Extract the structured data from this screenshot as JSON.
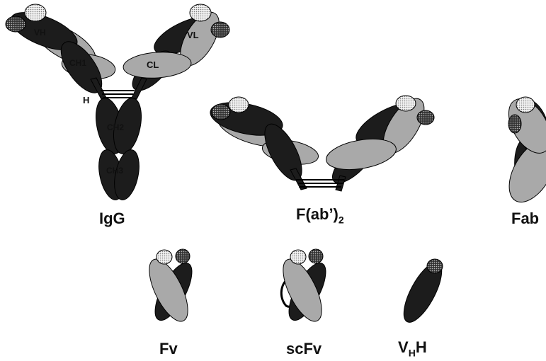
{
  "labels": {
    "vh": "VH",
    "ch1": "CH1",
    "vl": "VL",
    "cl": "CL",
    "hinge": "H",
    "ch2": "CH2",
    "ch3": "CH3"
  },
  "captions": {
    "igg": "IgG",
    "fab2_main": "F(ab’)",
    "fab2_sub": "2",
    "fab": "Fab",
    "fv": "Fv",
    "scfv": "scFv",
    "vhh_v": "V",
    "vhh_sub": "H",
    "vhh_h": "H"
  },
  "colors": {
    "heavy": "#1c1c1c",
    "light": "#a9a9a9",
    "outline": "#000000"
  }
}
